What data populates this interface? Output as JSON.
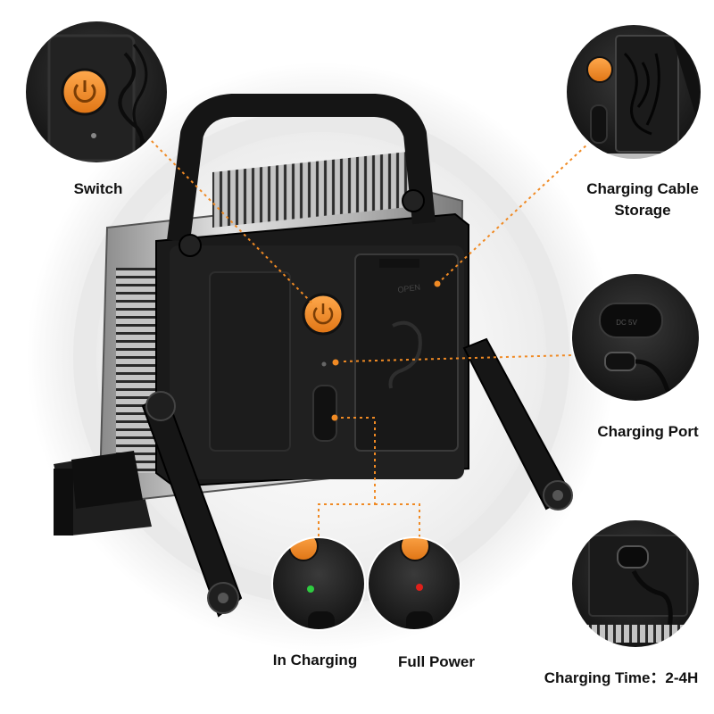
{
  "labels": {
    "switch": "Switch",
    "cable_storage_line1": "Charging Cable",
    "cable_storage_line2": "Storage",
    "charging_port": "Charging Port",
    "in_charging": "In Charging",
    "full_power": "Full Power",
    "charging_time": "Charging Time：2-4H"
  },
  "panel_text": {
    "open_marking": "OPEN",
    "port_marking": "DC 5V"
  },
  "colors": {
    "accent_orange": "#f08a24",
    "body_black": "#1b1b1b",
    "heatsink_silver": "#c9c9c9",
    "halo_gray": "#eeeeee",
    "indicator_green": "#2ecc40",
    "indicator_red": "#e0201a"
  },
  "icons": {
    "switch_button": "power-icon",
    "leader_line_style": "dotted-orange"
  }
}
